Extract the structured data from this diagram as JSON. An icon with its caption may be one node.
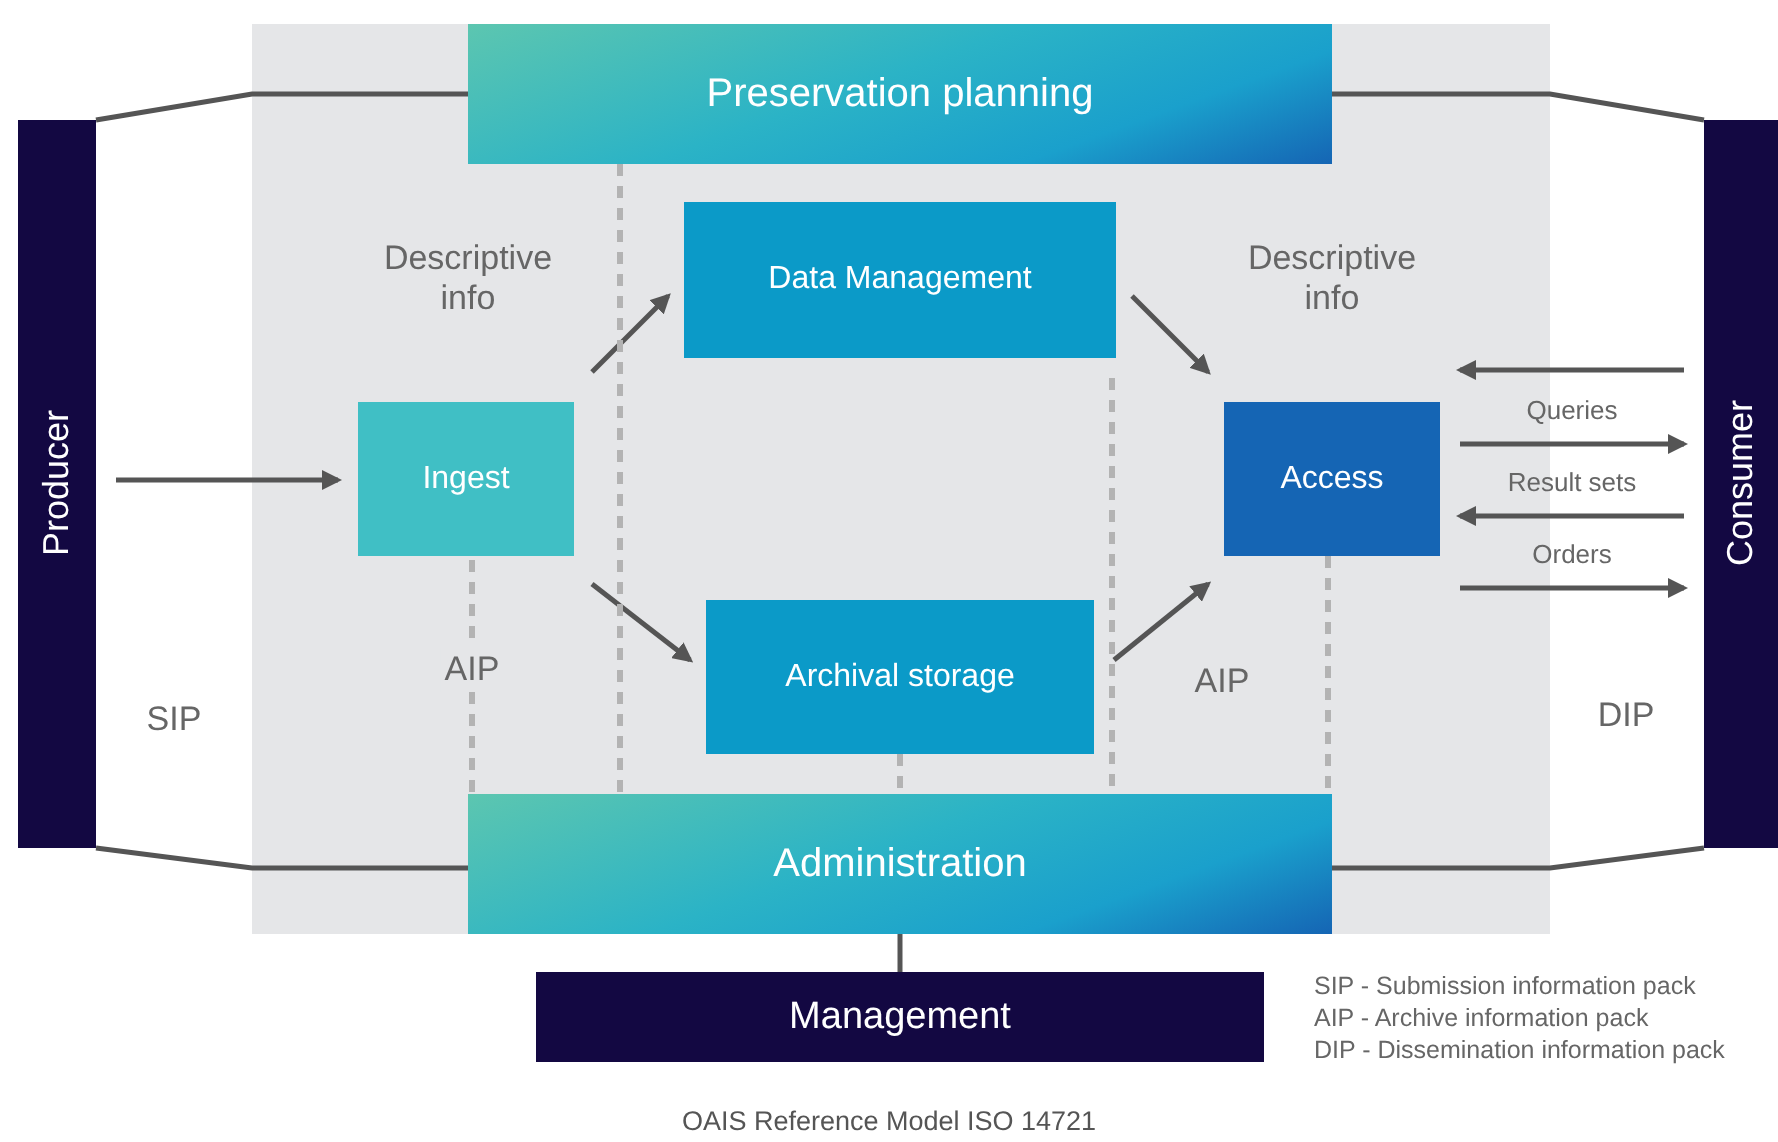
{
  "diagram": {
    "caption": "OAIS Reference Model ISO 14721",
    "nodes": [
      {
        "text": [
          "Producer"
        ]
      },
      {
        "text": [
          "Preservation planning"
        ]
      },
      {
        "text": [
          "Consumer"
        ]
      },
      {
        "text": [
          "Data Management"
        ]
      },
      {
        "text": [
          "Ingest"
        ]
      },
      {
        "text": [
          "Access"
        ]
      },
      {
        "text": [
          "Archival storage"
        ]
      },
      {
        "text": [
          "Administration"
        ]
      },
      {
        "text": [
          "Management"
        ]
      }
    ],
    "edges": [
      {
        "from": 0,
        "to": 4,
        "arrow": "to"
      },
      {
        "from": 4,
        "to": 3,
        "arrow": "to"
      },
      {
        "from": 4,
        "to": 6,
        "arrow": "to"
      },
      {
        "from": 3,
        "to": 5,
        "arrow": "to"
      },
      {
        "from": 6,
        "to": 5,
        "arrow": "to"
      },
      {
        "from": 2,
        "to": 5,
        "arrow": "to"
      },
      {
        "from": 5,
        "to": 2,
        "arrow": "to",
        "label": "Queries"
      },
      {
        "from": 2,
        "to": 5,
        "arrow": "to",
        "label": "Result sets"
      },
      {
        "from": 5,
        "to": 2,
        "arrow": "to",
        "label": "Orders"
      },
      {
        "from": 0,
        "to": 1,
        "arrow": "none"
      },
      {
        "from": 0,
        "to": 7,
        "arrow": "none"
      },
      {
        "from": 2,
        "to": 1,
        "arrow": "none"
      },
      {
        "from": 2,
        "to": 7,
        "arrow": "none"
      },
      {
        "from": 1,
        "to": 7,
        "arrow": "none",
        "style": "dashed",
        "color": "#b3b3b3"
      },
      {
        "from": 4,
        "to": 7,
        "arrow": "none",
        "style": "dashed",
        "color": "#b3b3b3",
        "label": "AIP"
      },
      {
        "from": 3,
        "to": 7,
        "arrow": "none",
        "style": "dashed",
        "color": "#b3b3b3"
      },
      {
        "from": 6,
        "to": 7,
        "arrow": "none",
        "style": "dashed",
        "color": "#b3b3b3"
      },
      {
        "from": 5,
        "to": 7,
        "arrow": "none",
        "style": "dashed",
        "color": "#b3b3b3"
      },
      {
        "from": 7,
        "to": 8,
        "arrow": "none"
      }
    ],
    "labels": [
      "Descriptive info",
      "Descriptive info",
      "AIP",
      "SIP",
      "DIP",
      "SIP - Submission information pack",
      "AIP - Archive information pack",
      "DIP - Dissemination information pack"
    ]
  }
}
